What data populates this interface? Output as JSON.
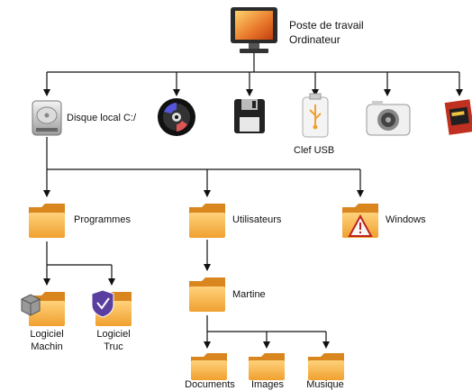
{
  "root": {
    "line1": "Poste de travail",
    "line2": "Ordinateur",
    "icon": "monitor-icon"
  },
  "drives": {
    "local": {
      "label": "Disque local C:/",
      "icon": "hard-drive-icon"
    },
    "cd": {
      "icon": "cd-rom-icon"
    },
    "floppy": {
      "icon": "floppy-disk-icon"
    },
    "usb": {
      "label": "Clef USB",
      "icon": "usb-drive-icon"
    },
    "camera": {
      "icon": "camera-icon"
    },
    "card": {
      "icon": "memory-card-icon"
    }
  },
  "folders": {
    "programmes": "Programmes",
    "utilisateurs": "Utilisateurs",
    "windows": "Windows",
    "logiciel_machin": [
      "Logiciel",
      "Machin"
    ],
    "logiciel_truc": [
      "Logiciel",
      "Truc"
    ],
    "martine": "Martine",
    "documents": "Documents",
    "images": "Images",
    "musique": "Musique"
  },
  "colors": {
    "folder_front": "#f2a33a",
    "folder_back": "#d9861f",
    "line": "#111111"
  }
}
